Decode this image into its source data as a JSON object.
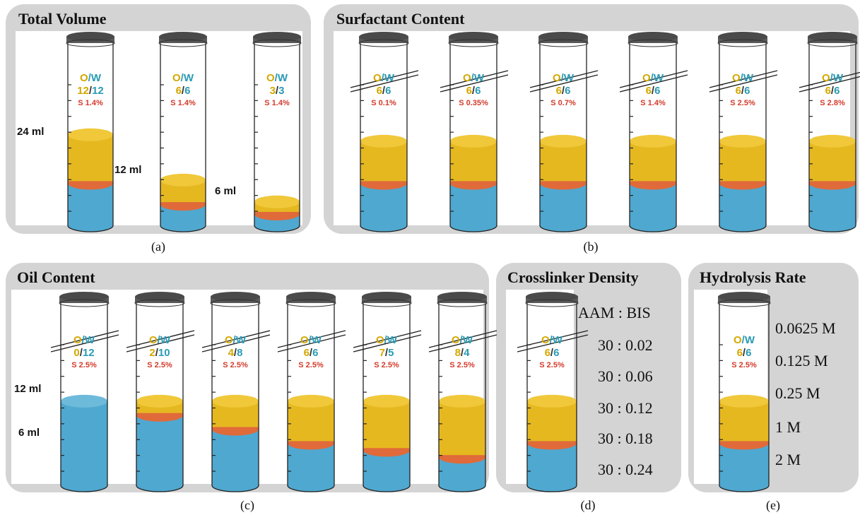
{
  "colors": {
    "oil": "#e6b820",
    "water": "#4fa8d0",
    "interface": "#e06a3a",
    "o_label": "#d4a800",
    "w_label": "#2a9bb5",
    "s_label": "#d43a2a",
    "panel": "#d4d4d4",
    "cap": "#5a5a5a"
  },
  "panels": {
    "a": {
      "title": "Total Volume",
      "caption": "(a)",
      "tubes": [
        {
          "ow": "O/W",
          "o": "12",
          "w": "12",
          "s": "S 1.4%",
          "oil": 0.3,
          "water": 0.26,
          "level_label": "24 ml"
        },
        {
          "ow": "O/W",
          "o": "6",
          "w": "6",
          "s": "S 1.4%",
          "oil": 0.15,
          "water": 0.13,
          "level_label": "12 ml"
        },
        {
          "ow": "O/W",
          "o": "3",
          "w": "3",
          "s": "S 1.4%",
          "oil": 0.075,
          "water": 0.07,
          "level_label": "6 ml"
        }
      ]
    },
    "b": {
      "title": "Surfactant Content",
      "caption": "(b)",
      "tubes": [
        {
          "ow": "O/W",
          "o": "6",
          "w": "6",
          "s": "S 0.1%"
        },
        {
          "ow": "O/W",
          "o": "6",
          "w": "6",
          "s": "S 0.35%"
        },
        {
          "ow": "O/W",
          "o": "6",
          "w": "6",
          "s": "S 0.7%"
        },
        {
          "ow": "O/W",
          "o": "6",
          "w": "6",
          "s": "S 1.4%"
        },
        {
          "ow": "O/W",
          "o": "6",
          "w": "6",
          "s": "S 2.5%"
        },
        {
          "ow": "O/W",
          "o": "6",
          "w": "6",
          "s": "S 2.8%"
        }
      ]
    },
    "c": {
      "title": "Oil Content",
      "caption": "(c)",
      "level_labels": [
        "12 ml",
        "6 ml"
      ],
      "tubes": [
        {
          "ow": "O/W",
          "o": "0",
          "w": "12",
          "s": "S 2.5%"
        },
        {
          "ow": "O/W",
          "o": "2",
          "w": "10",
          "s": "S 2.5%"
        },
        {
          "ow": "O/W",
          "o": "4",
          "w": "8",
          "s": "S 2.5%"
        },
        {
          "ow": "O/W",
          "o": "6",
          "w": "6",
          "s": "S 2.5%"
        },
        {
          "ow": "O/W",
          "o": "7",
          "w": "5",
          "s": "S 2.5%"
        },
        {
          "ow": "O/W",
          "o": "8",
          "w": "4",
          "s": "S 2.5%"
        }
      ]
    },
    "d": {
      "title": "Crosslinker Density",
      "caption": "(d)",
      "tube": {
        "ow": "O/W",
        "o": "6",
        "w": "6",
        "s": "S 2.5%"
      },
      "header": "AAM : BIS",
      "ratios": [
        "30 : 0.02",
        "30 : 0.06",
        "30 : 0.12",
        "30 : 0.18",
        "30 : 0.24"
      ]
    },
    "e": {
      "title": "Hydrolysis Rate",
      "caption": "(e)",
      "tube": {
        "ow": "O/W",
        "o": "6",
        "w": "6",
        "s": "S 2.5%"
      },
      "concentrations": [
        "0.0625 M",
        "0.125 M",
        "0.25 M",
        "1 M",
        "2 M"
      ]
    }
  }
}
